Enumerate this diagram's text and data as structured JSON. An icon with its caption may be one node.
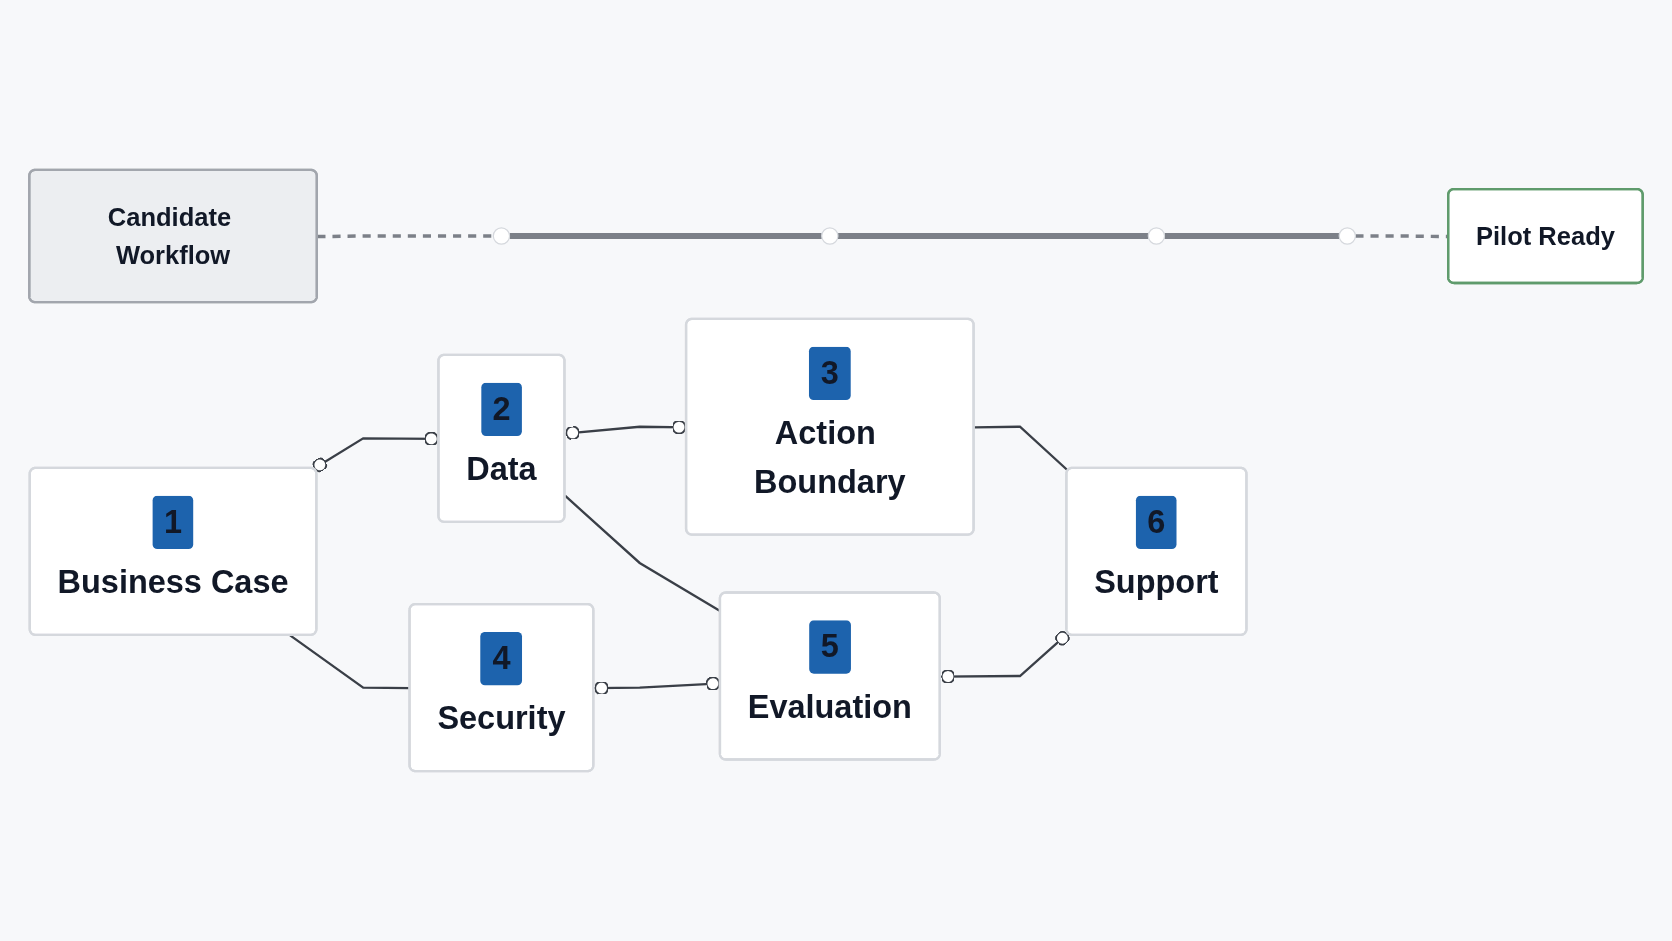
{
  "diagram": {
    "nodes": [
      {
        "text": [
          "Candidate Workflow"
        ]
      },
      {
        "text": [],
        "shape": "circle"
      },
      {
        "text": [],
        "shape": "circle"
      },
      {
        "text": [],
        "shape": "circle"
      },
      {
        "text": [],
        "shape": "circle"
      },
      {
        "text": [
          "Pilot Ready"
        ]
      },
      {
        "text": [
          "1",
          "Business Case"
        ]
      },
      {
        "text": [
          "2",
          "Data"
        ]
      },
      {
        "text": [
          "3",
          "Action Boundary"
        ]
      },
      {
        "text": [
          "4",
          "Security"
        ]
      },
      {
        "text": [
          "5",
          "Evaluation"
        ]
      },
      {
        "text": [
          "6",
          "Support"
        ]
      }
    ],
    "edges": [
      {
        "from": 0,
        "to": 1,
        "arrow": "none",
        "style": "dashed",
        "color": "#7c8088"
      },
      {
        "from": 1,
        "to": 2,
        "arrow": "none",
        "style": "thick",
        "color": "#7c8088"
      },
      {
        "from": 2,
        "to": 3,
        "arrow": "none",
        "style": "thick",
        "color": "#7c8088"
      },
      {
        "from": 3,
        "to": 4,
        "arrow": "none",
        "style": "thick",
        "color": "#7c8088"
      },
      {
        "from": 4,
        "to": 5,
        "arrow": "none",
        "style": "dashed",
        "color": "#7c8088"
      },
      {
        "from": 6,
        "to": 7,
        "arrow": "other"
      },
      {
        "from": 7,
        "to": 8,
        "arrow": "other"
      },
      {
        "from": 6,
        "to": 9,
        "arrow": "none"
      },
      {
        "from": 7,
        "to": 10,
        "arrow": "none"
      },
      {
        "from": 8,
        "to": 11,
        "arrow": "none"
      },
      {
        "from": 9,
        "to": 10,
        "arrow": "other"
      },
      {
        "from": 10,
        "to": 11,
        "arrow": "other"
      }
    ]
  }
}
